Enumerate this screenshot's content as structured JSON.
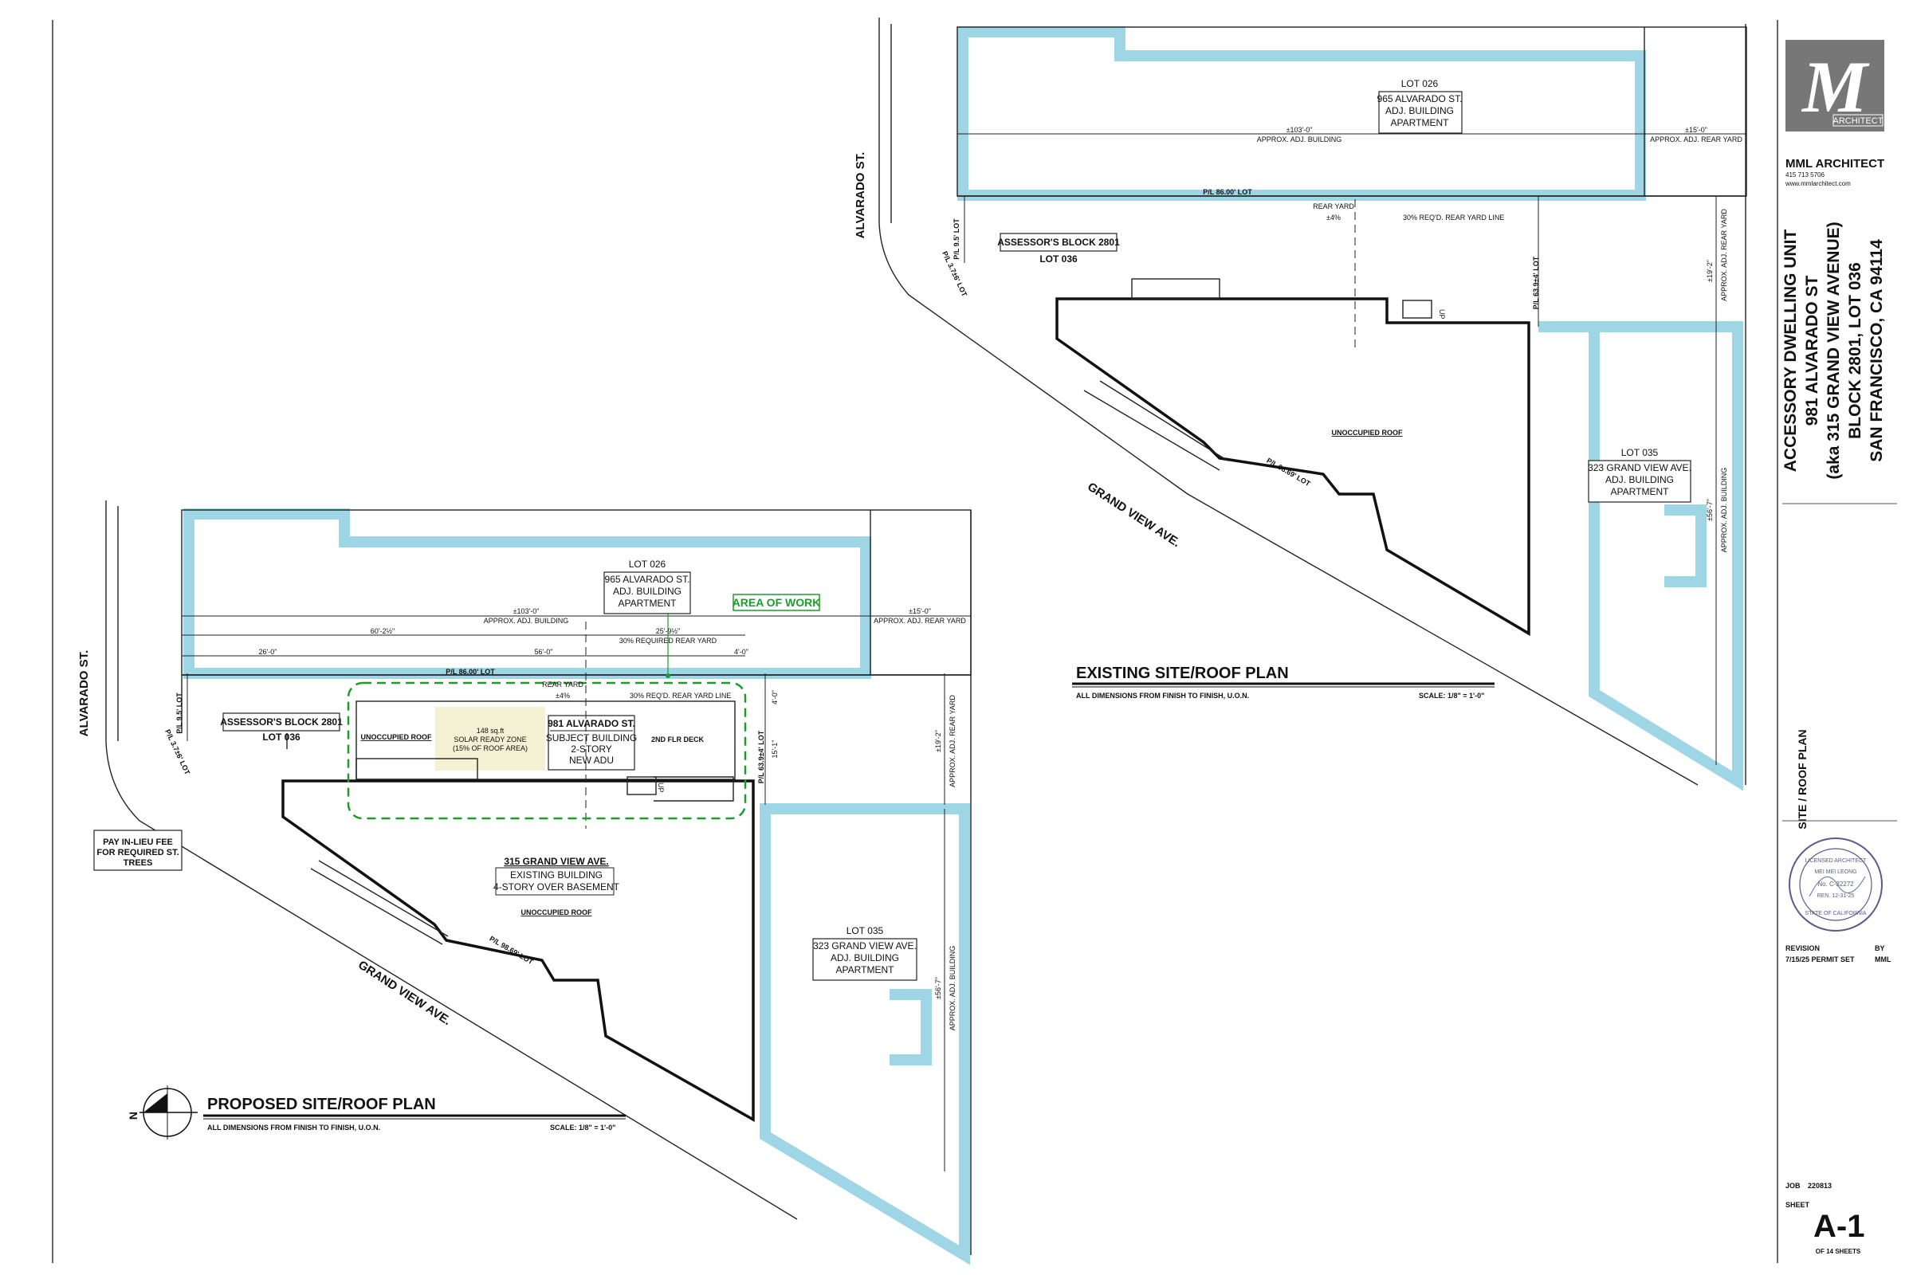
{
  "title_block": {
    "firm_name": "MML ARCHITECT",
    "logo_letter": "M",
    "logo_caption": "ARCHITECT",
    "phone": "415 713 5706",
    "website": "www.mmlarchitect.com",
    "project_lines": [
      "ACCESSORY DWELLING UNIT",
      "981 ALVARADO ST",
      "(aka 315 GRAND VIEW AVENUE)",
      "BLOCK 2801, LOT 036",
      "SAN FRANCISCO, CA 94114"
    ],
    "sheet_title": "SITE / ROOF PLAN",
    "seal_text": [
      "LICENSED ARCHITECT",
      "MEI MEI LEONG",
      "No. C-32272",
      "REN. 12-31-25",
      "STATE OF CALIFORNIA"
    ],
    "revision_label": "REVISION",
    "revision_by_label": "BY",
    "revision_entry": "7/15/25 PERMIT SET",
    "revision_by": "MML",
    "job_label": "JOB",
    "job_number": "220813",
    "sheet_label": "SHEET",
    "sheet_number": "A-1",
    "sheet_total": "OF 14 SHEETS"
  },
  "proposed_plan": {
    "title": "PROPOSED SITE/ROOF PLAN",
    "note": "ALL DIMENSIONS FROM FINISH TO FINISH, U.O.N.",
    "scale": "SCALE: 1/8\"  =  1'-0\"",
    "north": "N",
    "street_alvarado": "ALVARADO ST.",
    "street_grandview": "GRAND VIEW AVE.",
    "lot026": [
      "LOT 026",
      "965 ALVARADO ST.",
      "ADJ. BUILDING",
      "APARTMENT"
    ],
    "lot035": [
      "LOT 035",
      "323 GRAND VIEW AVE.",
      "ADJ. BUILDING",
      "APARTMENT"
    ],
    "assessor": [
      "ASSESSOR'S BLOCK 2801",
      "LOT 036"
    ],
    "area_of_work": "AREA OF WORK",
    "subject_building": [
      "981 ALVARADO ST.",
      "SUBJECT BUILDING",
      "2-STORY",
      "NEW ADU"
    ],
    "solar": [
      "148 sq.ft",
      "SOLAR READY ZONE",
      "(15% OF ROOF AREA)"
    ],
    "unoccupied_roof": "UNOCCUPIED ROOF",
    "deck": "2ND FLR DECK",
    "existing_building": [
      "315 GRAND VIEW AVE.",
      "EXISTING BUILDING",
      "4-STORY OVER BASEMENT"
    ],
    "unoccupied_roof_2": "UNOCCUPIED ROOF",
    "pay_in_lieu": [
      "PAY IN-LIEU FEE",
      "FOR REQUIRED ST.",
      "TREES"
    ],
    "dims": {
      "d103": "±103'-0\"",
      "approx_bldg": "APPROX. ADJ. BUILDING",
      "d15": "±15'-0\"",
      "approx_rear": "APPROX. ADJ. REAR YARD",
      "d60": "60'-2½\"",
      "d25": "25'-9½\"",
      "req_rear": "30% REQUIRED REAR YARD",
      "d26": "26'-0\"",
      "d56": "56'-0\"",
      "d4": "4'-0\"",
      "pl86": "P/L 86.00' LOT",
      "rear_yard": "REAR YARD",
      "pm4": "±4%",
      "req_line": "30% REQ'D. REAR YARD LINE",
      "pl9": "P/L 9.5' LOT",
      "pl37": "P/L 3.7±6' LOT",
      "pl63": "P/L 63.9±4' LOT",
      "d15b": "15'-1\"",
      "d19": "±19'-2\"",
      "approx_rear2": "APPROX. ADJ. REAR YARD",
      "pl98": "P/L 98.69' LOT",
      "d56b": "±56'-7\"",
      "approx_bldg2": "APPROX. ADJ. BUILDING",
      "up": "UP"
    }
  },
  "existing_plan": {
    "title": "EXISTING SITE/ROOF PLAN",
    "note": "ALL DIMENSIONS FROM FINISH TO FINISH, U.O.N.",
    "scale": "SCALE: 1/8\"  =  1'-0\"",
    "street_alvarado": "ALVARADO ST.",
    "street_grandview": "GRAND VIEW AVE.",
    "lot026": [
      "LOT 026",
      "965 ALVARADO ST.",
      "ADJ. BUILDING",
      "APARTMENT"
    ],
    "lot035": [
      "LOT 035",
      "323 GRAND VIEW AVE.",
      "ADJ. BUILDING",
      "APARTMENT"
    ],
    "assessor": [
      "ASSESSOR'S BLOCK 2801",
      "LOT 036"
    ],
    "unoccupied_roof": "UNOCCUPIED ROOF",
    "dims": {
      "d103": "±103'-0\"",
      "approx_bldg": "APPROX. ADJ. BUILDING",
      "d15": "±15'-0\"",
      "approx_rear": "APPROX. ADJ. REAR YARD",
      "pl86": "P/L 86.00' LOT",
      "rear_yard": "REAR YARD",
      "pm4": "±4%",
      "req_line": "30% REQ'D. REAR YARD LINE",
      "pl9": "P/L 9.5' LOT",
      "pl37": "P/L 3.7±6' LOT",
      "pl63": "P/L 63.9±4' LOT",
      "d19": "±19'-2\"",
      "approx_rear2": "APPROX. ADJ. REAR YARD",
      "pl98": "P/L 98.69' LOT",
      "d56": "±56'-7\"",
      "approx_bldg2": "APPROX. ADJ. BUILDING",
      "up": "UP"
    }
  },
  "colors": {
    "hatch": "#9fd6e6",
    "area_of_work": "#1f9a2e",
    "solar": "#f4f1d4"
  }
}
